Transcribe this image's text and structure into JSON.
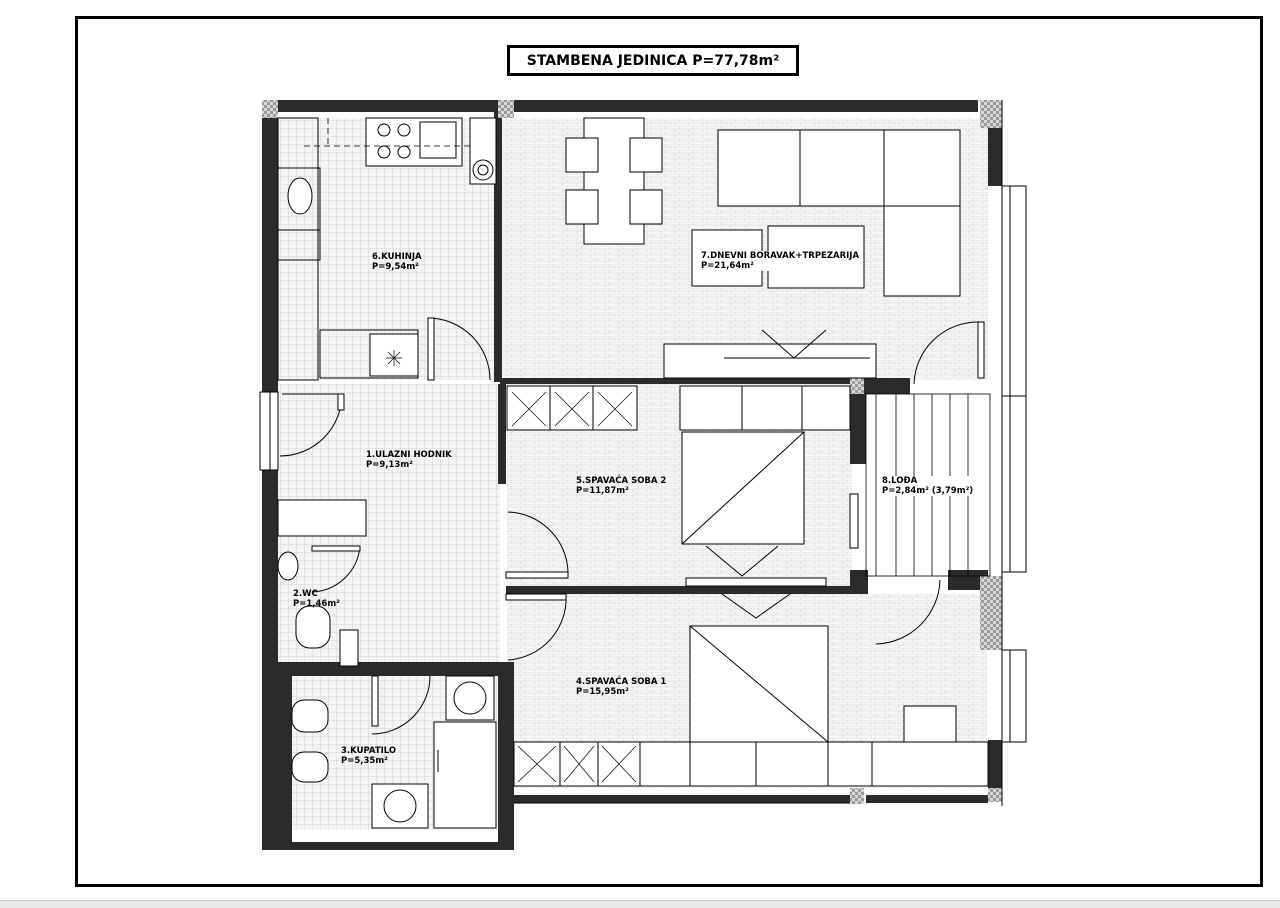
{
  "title": "STAMBENA JEDINICA P=77,78m²",
  "rooms": [
    {
      "name": "1.ULAZNI HODNIK",
      "area": "P=9,13m²"
    },
    {
      "name": "2.WC",
      "area": "P=1,46m²"
    },
    {
      "name": "3.KUPATILO",
      "area": "P=5,35m²"
    },
    {
      "name": "4.SPAVAĆA SOBA 1",
      "area": "P=15,95m²"
    },
    {
      "name": "5.SPAVAĆA SOBA 2",
      "area": "P=11,87m²"
    },
    {
      "name": "6.KUHINJA",
      "area": "P=9,54m²"
    },
    {
      "name": "7.DNEVNI BORAVAK+TRPEZARIJA",
      "area": "P=21,64m²"
    },
    {
      "name": "8.LOĐA",
      "area": "P=2,84m²  (3,79m²)"
    }
  ],
  "colors": {
    "wall": "#2b2b2b",
    "floor_tile": "#dcdcdc",
    "furniture": "#ffffff",
    "line": "#000000"
  }
}
